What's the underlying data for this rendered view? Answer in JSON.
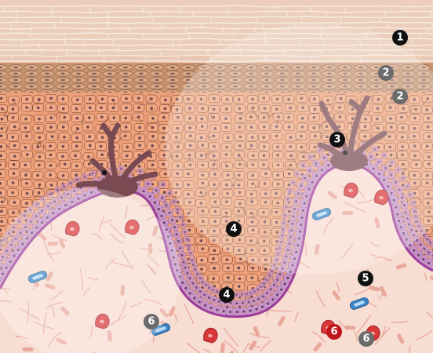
{
  "colors": {
    "stratum_corneum": "#e8c8b2",
    "corneum_lines": "#f7e8dc",
    "granulosum": "#c99470",
    "spinosum": "#f0a079",
    "cell_lines": "#5a2f24",
    "basal_purple": "#c896c8",
    "basement_membrane": "#9b3c9b",
    "dermis": "#f8ddd2",
    "fibers": "#e8a898",
    "vessel_red": "#d9383a",
    "vessel_blue": "#3a86c8",
    "melanocyte": "#7a4a52",
    "overlay_white": "#ffffff"
  },
  "markers": [
    {
      "id": "m1",
      "label": "1",
      "style": "dark"
    },
    {
      "id": "m2a",
      "label": "2",
      "style": "gray"
    },
    {
      "id": "m2b",
      "label": "2",
      "style": "gray"
    },
    {
      "id": "m3",
      "label": "3",
      "style": "dark"
    },
    {
      "id": "m4a",
      "label": "4",
      "style": "dark"
    },
    {
      "id": "m4b",
      "label": "4",
      "style": "dark"
    },
    {
      "id": "m5",
      "label": "5",
      "style": "dark"
    },
    {
      "id": "m6a",
      "label": "6",
      "style": "gray"
    },
    {
      "id": "m6b",
      "label": "6",
      "style": "red"
    },
    {
      "id": "m6c",
      "label": "6",
      "style": "gray"
    }
  ],
  "marker_styles": {
    "dark": "#111111",
    "gray": "#6b6b6b",
    "red": "#c0161c"
  },
  "icons": {
    "melanocyte": "melanocyte-icon",
    "blood_vessel": "blood-vessel-icon",
    "lymph_vessel": "lymph-vessel-icon"
  }
}
